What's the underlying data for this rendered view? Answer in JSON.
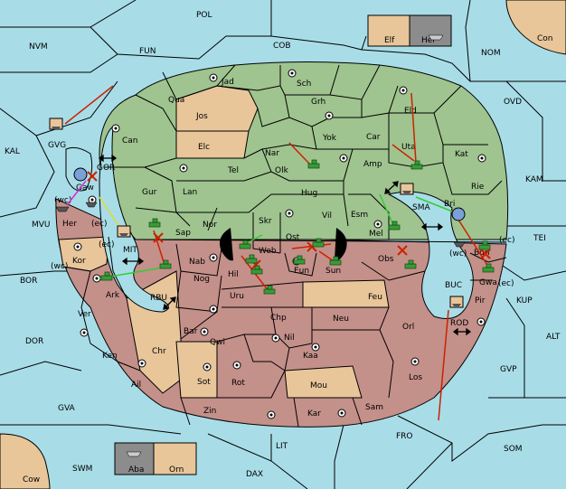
{
  "colors": {
    "sea": "#a8dde8",
    "green_power": "#9fc48f",
    "red_power": "#c4908a",
    "neutral": "#e8c69a",
    "boxed": "#8c8c8c",
    "move_red": "#cc2200",
    "move_green": "#33cc33",
    "move_yellow": "#dddd33",
    "move_magenta": "#cc33cc"
  },
  "icons": {
    "supply_center": "circled-dot-icon",
    "army": "tank-icon",
    "fleet": "ship-icon",
    "dislodged": "red-x-icon",
    "convoy": "double-arrow-icon"
  },
  "sea_labels": {
    "pol": "POL",
    "nvm": "NVM",
    "fun": "FUN",
    "cob": "COB",
    "nom": "NOM",
    "con": "Con",
    "ovd": "OVD",
    "kal": "KAL",
    "kam": "KAM",
    "mvu": "MVU",
    "gor": "GOR",
    "mit": "MIT",
    "rbu": "RBU",
    "sma": "SMA",
    "bor": "BOR",
    "dor": "DOR",
    "tei": "TEI",
    "kup": "KUP",
    "alt": "ALT",
    "buc": "BUC",
    "rod": "ROD",
    "gvp": "GVP",
    "gva": "GVA",
    "fro": "FRO",
    "lit": "LIT",
    "som": "SOM",
    "swm": "SWM",
    "dax": "DAX",
    "cow": "Cow",
    "gvg": "GVG"
  },
  "land_labels": {
    "jad": "Jad",
    "sch": "Sch",
    "qua": "Qua",
    "jos": "Jos",
    "grh": "Grh",
    "eld": "Eld",
    "can": "Can",
    "elc": "Elc",
    "yok": "Yok",
    "car": "Car",
    "nar": "Nar",
    "uta": "Uta",
    "kat": "Kat",
    "olk": "Olk",
    "amp": "Amp",
    "tel": "Tel",
    "gur": "Gur",
    "hug": "Hug",
    "rie": "Rie",
    "lan": "Lan",
    "esm": "Esm",
    "bri": "Bri",
    "nor": "Nor",
    "skr": "Skr",
    "vil": "Vil",
    "sap": "Sap",
    "web": "Web",
    "ost": "Ost",
    "mel": "Mel",
    "gaw": "Gaw",
    "her": "Her",
    "kor": "Kor",
    "nab": "Nab",
    "hil": "Hil",
    "eun": "Eun",
    "sun": "Sun",
    "obs": "Obs",
    "bun": "Bun",
    "nog": "Nog",
    "gwa": "Gwa",
    "ark": "Ark",
    "uru": "Uru",
    "feu": "Feu",
    "pir": "Pir",
    "ver": "Ver",
    "chp": "Chp",
    "neu": "Neu",
    "bar": "Bar",
    "qwi": "Qwi",
    "nil": "Nil",
    "orl": "Orl",
    "ken": "Ken",
    "chr": "Chr",
    "kaa": "Kaa",
    "sot": "Sot",
    "rot": "Rot",
    "los": "Los",
    "ail": "Ail",
    "mou": "Mou",
    "zin": "Zin",
    "kar": "Kar",
    "sam": "Sam",
    "elf": "Elf",
    "hel": "Hel",
    "aba": "Aba",
    "orn": "Orn"
  },
  "coast_tags": {
    "wc_gaw": "(wc)",
    "ec_gaw": "(ec)",
    "ec_mit": "(ec)",
    "wc_kor": "(wc)",
    "ec_bun": "(ec)",
    "wc_bun": "(wc)",
    "ec_gwa": "(ec)"
  }
}
